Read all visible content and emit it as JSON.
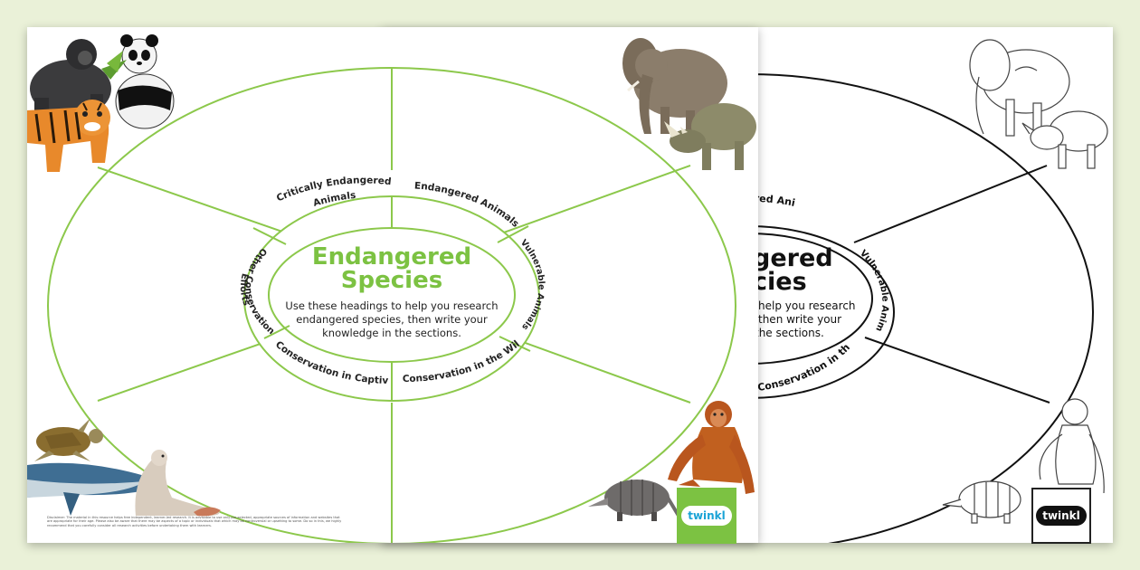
{
  "worksheet": {
    "title_line1": "Endangered",
    "title_line2": "Species",
    "instruction_line1": "Use these headings to help you research",
    "instruction_line2": "endangered species, then write your",
    "instruction_line3": "knowledge in the sections.",
    "headings": {
      "critically_line1": "Critically Endangered",
      "critically_line2": "Animals",
      "endangered": "Endangered Animals",
      "vulnerable": "Vulnerable Animals",
      "wild": "Conservation in the Wild",
      "captivity": "Conservation in Captivity",
      "other_line1": "Other Conservation",
      "other_line2": "Efforts"
    },
    "back_title_line1": "gered",
    "back_title_line2": "cies",
    "back_instruction_line1": "help you research",
    "back_instruction_line2": "then write your",
    "back_instruction_line3": "the sections.",
    "disclaimer": "Disclaimer: The material in this resource helps free independent, learner-led research. It is advisable to use only pre-selected, appropriate sources of information and websites that are appropriate for their age. Please also be aware that there may be aspects of a topic or individuals that which may be controversial or upsetting to some. Do so in this, we highly recommend that you carefully consider all research activities before undertaking them with learners."
  },
  "logo": {
    "text": "twinkl"
  },
  "colors": {
    "background": "#eaf1d8",
    "accent_green": "#7cc242",
    "line_green": "#8cc84b",
    "title_green": "#7cc242",
    "back_line": "#111111"
  },
  "illustrations": {
    "front": [
      "gorilla",
      "panda",
      "tiger",
      "elephant",
      "rhino",
      "sea-turtle",
      "whale",
      "seal",
      "orangutan",
      "armadillo"
    ],
    "back": [
      "elephant-outline",
      "rhino-outline",
      "orangutan-outline",
      "armadillo-outline"
    ]
  }
}
